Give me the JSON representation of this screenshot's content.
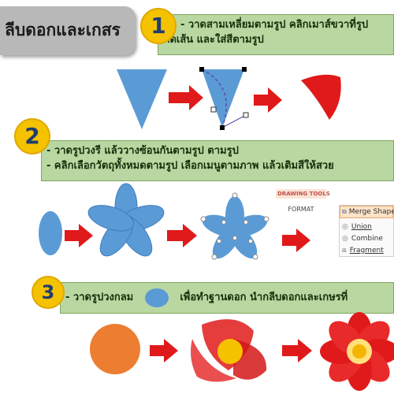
{
  "title": "ลีบดอกและเกสร",
  "steps": [
    {
      "number": "1",
      "lines": [
        "- วาดสามเหลี่ยมตามรูป คลิกเมาส์ขวาที่รูป",
        "ตัดเส้น และใส่สีตามรูป"
      ]
    },
    {
      "number": "2",
      "lines": [
        "- วาดรูปวงรี แล้ววางซ้อนกันตามรูป ตามรูป",
        "- คลิกเลือกวัตถุทั้งหมดตามรูป เลือกเมนูตามภาพ แล้วเติมสีให้สวย"
      ]
    },
    {
      "number": "3",
      "lines": [
        "- วาดรูปวงกลม",
        "เพื่อทำฐานดอก นำกลีบดอกและเกษรที่"
      ]
    }
  ],
  "ribbon": {
    "drawing_tools": "DRAWING TOOLS",
    "format": "FORMAT"
  },
  "menu": [
    "Merge Shapes",
    "Union",
    "Combine",
    "Fragment"
  ],
  "colors": {
    "blue": "#5b9bd5",
    "red": "#e01a1a",
    "green": "#b9d7a1",
    "yellow": "#f5c200",
    "orange": "#ed7d31"
  }
}
